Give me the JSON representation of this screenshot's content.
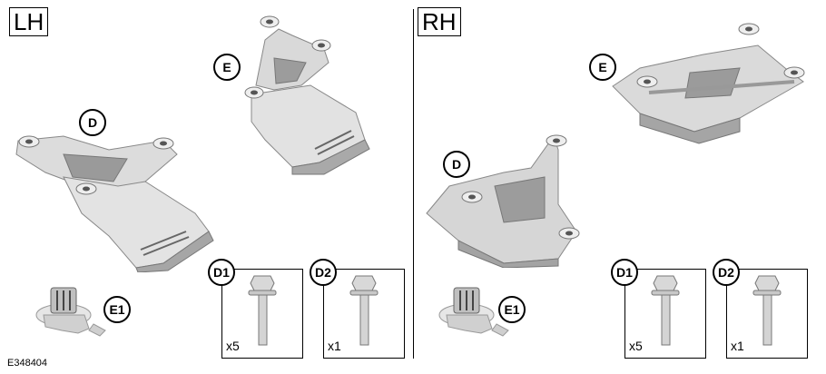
{
  "panels": {
    "left": {
      "title": "LH"
    },
    "right": {
      "title": "RH"
    }
  },
  "callouts": {
    "d": "D",
    "e": "E",
    "e1": "E1",
    "d1": "D1",
    "d2": "D2"
  },
  "quantities": {
    "d1": "x5",
    "d2": "x1"
  },
  "figure_id": "E348404",
  "colors": {
    "metal_light": "#e4e4e4",
    "metal_mid": "#bdbdbd",
    "metal_dark": "#8f8f8f",
    "outline": "#000000"
  }
}
